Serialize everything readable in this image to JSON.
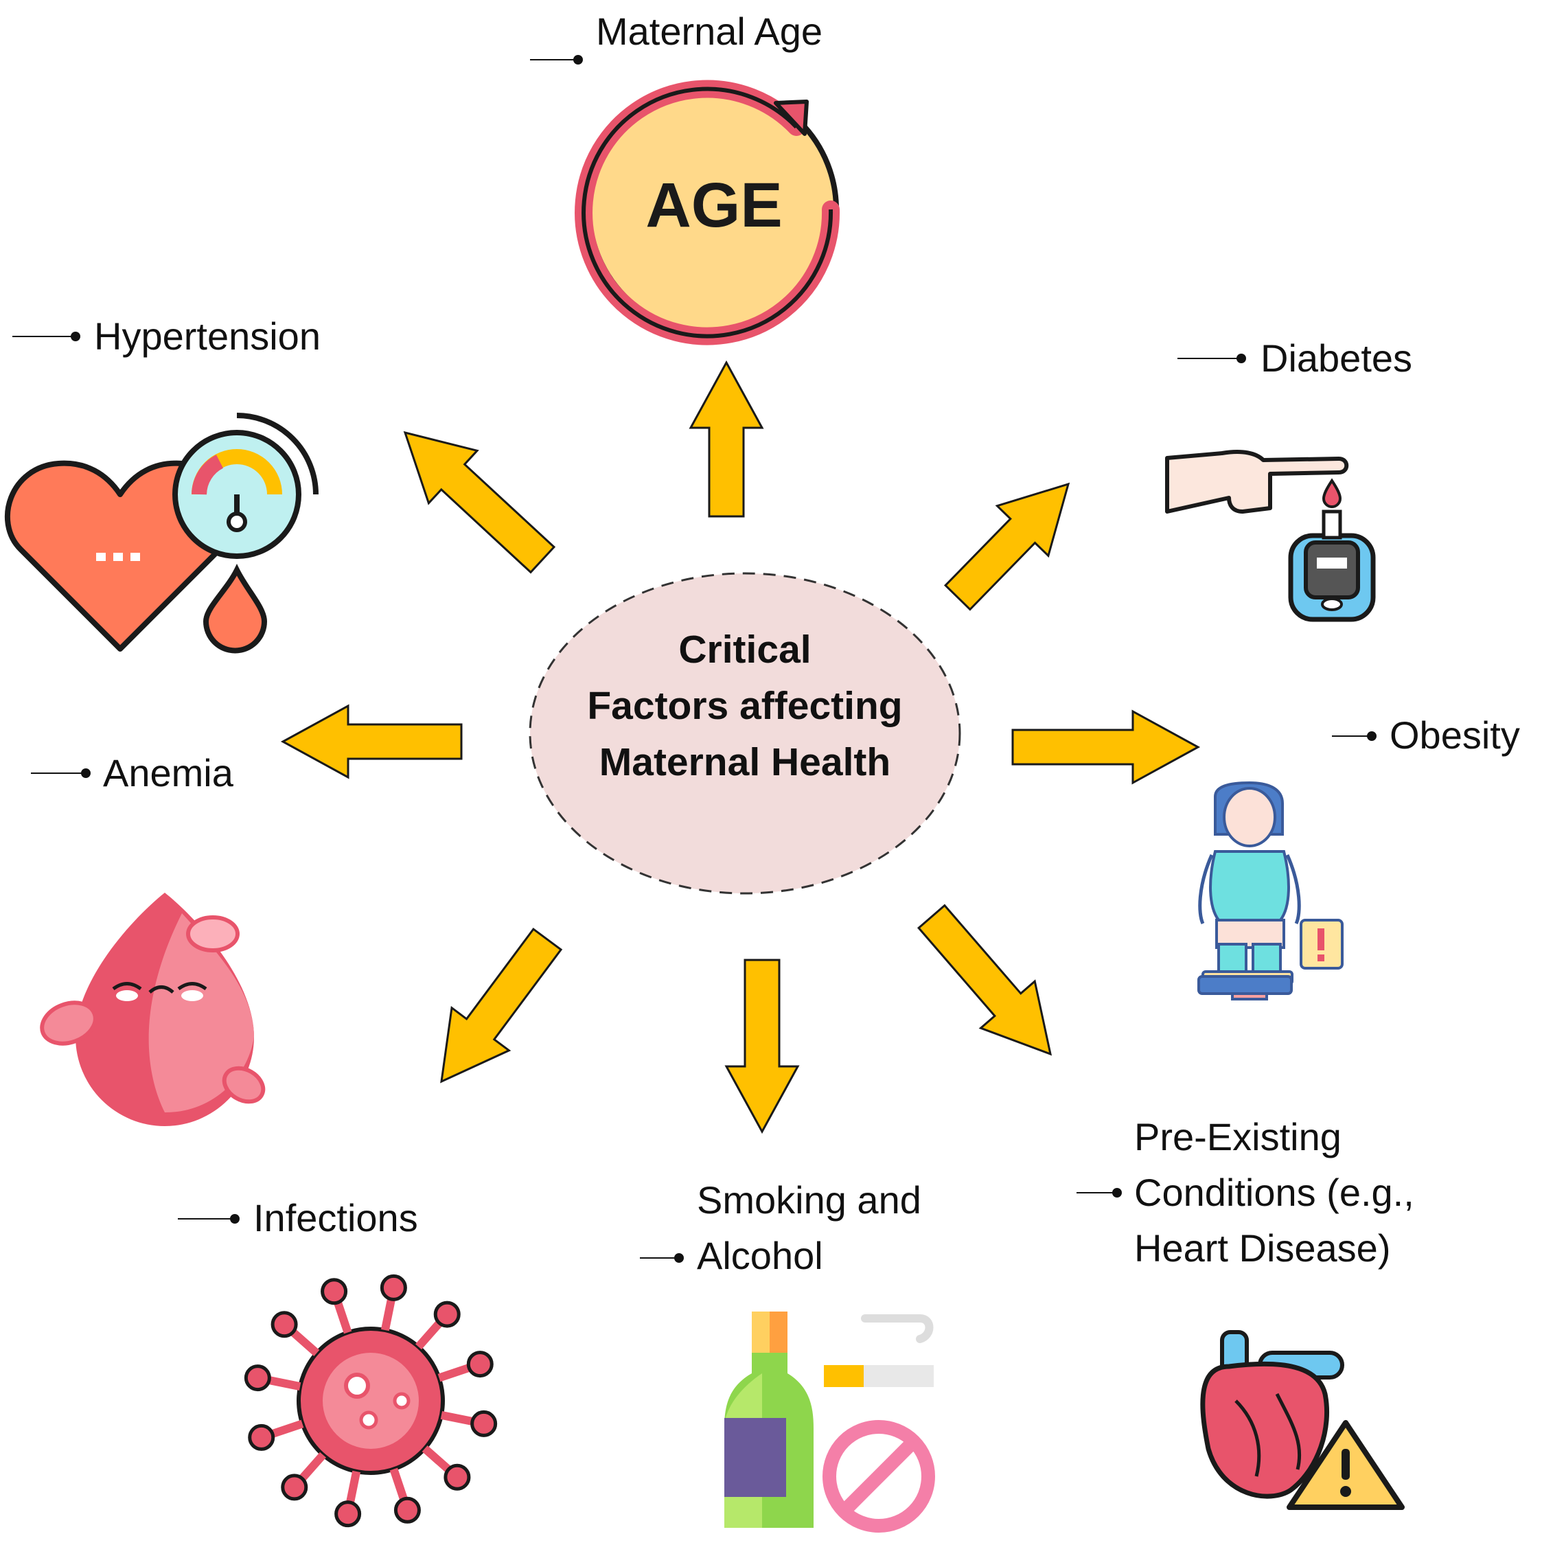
{
  "center": {
    "lines": [
      "Critical",
      "Factors affecting",
      "Maternal Health"
    ]
  },
  "factors": {
    "maternal_age": {
      "lines": [
        "Maternal Age"
      ],
      "icon": "age-cycle-icon"
    },
    "hypertension": {
      "lines": [
        "Hypertension"
      ],
      "icon": "heart-blood-pressure-icon"
    },
    "diabetes": {
      "lines": [
        "Diabetes"
      ],
      "icon": "glucometer-icon"
    },
    "obesity": {
      "lines": [
        "Obesity"
      ],
      "icon": "obese-woman-scale-icon"
    },
    "anemia": {
      "lines": [
        "Anemia"
      ],
      "icon": "sad-blood-drop-icon"
    },
    "infections": {
      "lines": [
        "Infections"
      ],
      "icon": "virus-icon"
    },
    "smoking_alcohol": {
      "lines": [
        "Smoking and",
        "Alcohol"
      ],
      "icon": "bottle-cigarette-icon"
    },
    "pre_existing": {
      "lines": [
        "Pre-Existing",
        "Conditions (e.g.,",
        "Heart Disease)"
      ],
      "icon": "heart-warning-icon"
    }
  },
  "colors": {
    "arrow_fill": "#FFC000",
    "arrow_stroke": "#1a1a1a",
    "center_fill": "#F2DCDB",
    "icon_red": "#E8546B",
    "icon_orange": "#FF7A59",
    "icon_yellow": "#FFD98A",
    "icon_teal": "#6EE0E0"
  }
}
